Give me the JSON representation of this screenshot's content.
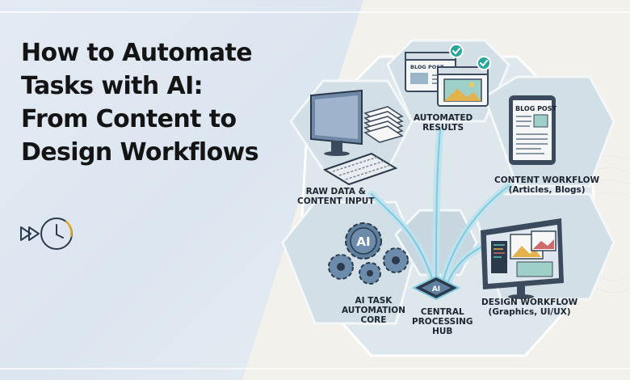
{
  "title_lines": [
    "How to Automate",
    "Tasks with AI:",
    "From Content to",
    "Design Workflows"
  ],
  "labels": {
    "automated_results": [
      "AUTOMATED",
      "RESULTS"
    ],
    "blog_post_small": "BLOG POST",
    "blog_post_tablet": "BLOG POST",
    "raw_data": [
      "RAW DATA &",
      "CONTENT INPUT"
    ],
    "content_workflow": [
      "CONTENT WORKFLOW",
      "(Articles, Blogs)"
    ],
    "design_workflow": [
      "DESIGN WORKFLOW",
      "(Graphics, UI/UX)"
    ],
    "ai_core": [
      "AI TASK",
      "AUTOMATION",
      "CORE"
    ],
    "central_hub": [
      "CENTRAL",
      "PROCESSING",
      "HUB"
    ],
    "gear_ai": "AI",
    "chip_ai": "AI"
  },
  "colors": {
    "title": "#141414",
    "hexagon_fill": "#d9e4ea",
    "hexagon_stroke": "#ffffff",
    "circuit": "#8fd0e6",
    "accent_teal": "#2aa79b",
    "gear": "#5f7f9e"
  },
  "icons": [
    "fast-forward-clock-icon",
    "monitor-icon",
    "documents-icon",
    "keyboard-icon",
    "blog-post-icon",
    "check-badge-icon",
    "tablet-icon",
    "design-monitor-icon",
    "gears-icon",
    "chip-icon"
  ]
}
